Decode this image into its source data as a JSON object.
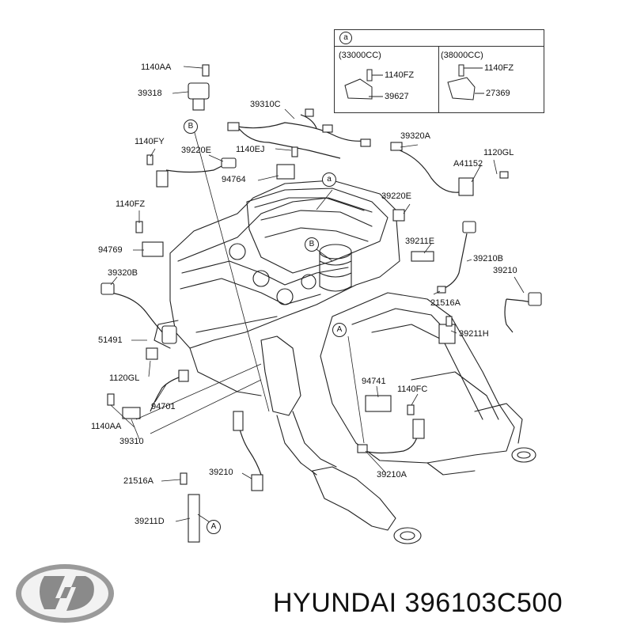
{
  "inset": {
    "marker": "a",
    "left_variant": "(33000CC)",
    "right_variant": "(38000CC)",
    "left_parts": [
      "1140FZ",
      "39627"
    ],
    "right_parts": [
      "1140FZ",
      "27369"
    ]
  },
  "labels": {
    "p1140AA_top": "1140AA",
    "p39318": "39318",
    "p39310C": "39310C",
    "p1140FY": "1140FY",
    "p39220E_left": "39220E",
    "p1140EJ": "1140EJ",
    "p94764": "94764",
    "p39320A": "39320A",
    "p1120GL_right": "1120GL",
    "pA41152": "A41152",
    "p1140FZ": "1140FZ",
    "p39220E_mid": "39220E",
    "p94769": "94769",
    "p39211E": "39211E",
    "p39210B": "39210B",
    "p39320B": "39320B",
    "p39210_right": "39210",
    "p21516A_right": "21516A",
    "p39211H": "39211H",
    "p51491": "51491",
    "p1120GL_left": "1120GL",
    "p94741": "94741",
    "p1140FC": "1140FC",
    "p94701": "94701",
    "p1140AA_bottom": "1140AA",
    "p39310": "39310",
    "p39210A": "39210A",
    "p21516A_left": "21516A",
    "p39210_bottom": "39210",
    "p39211D": "39211D"
  },
  "callouts": {
    "B": "B",
    "a": "a",
    "A": "A"
  },
  "brand": {
    "text": "HYUNDAI 396103C500"
  }
}
